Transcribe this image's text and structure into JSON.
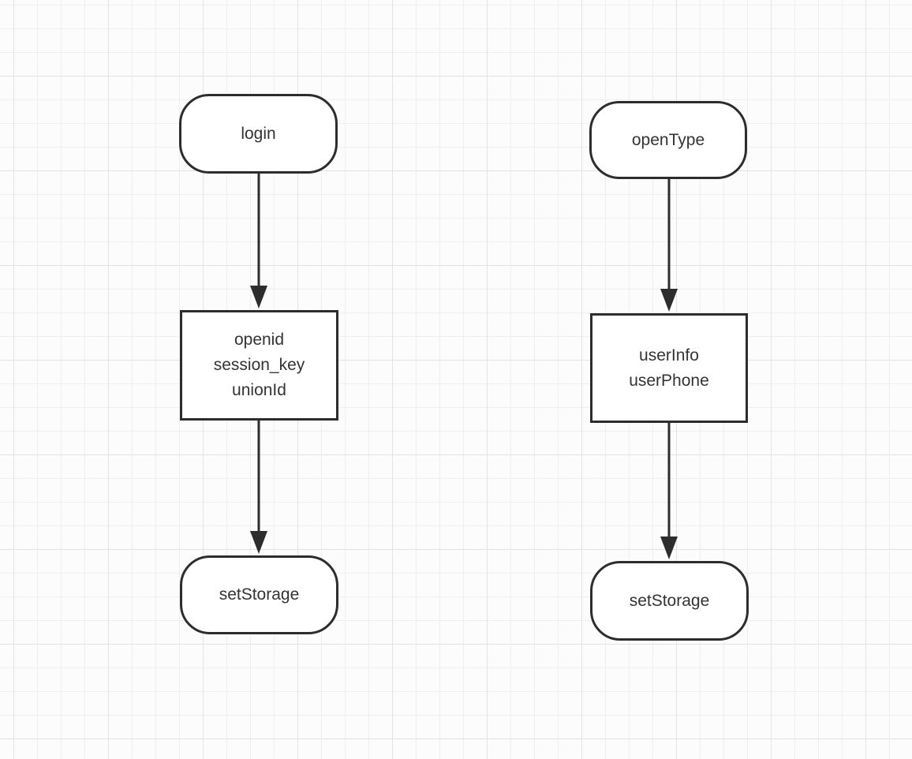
{
  "canvas": {
    "colors": {
      "background": "#fcfcfc",
      "grid_minor": "#efefef",
      "grid_major": "#e3e3e3",
      "node_stroke": "#2d2d2d",
      "node_fill": "#ffffff",
      "text": "#333333",
      "arrow": "#2d2d2d"
    },
    "flows": [
      {
        "id": "login-flow",
        "nodes": [
          {
            "shape": "terminator",
            "label": "login"
          },
          {
            "shape": "process",
            "lines": [
              "openid",
              "session_key",
              "unionId"
            ]
          },
          {
            "shape": "terminator",
            "label": "setStorage"
          }
        ]
      },
      {
        "id": "opentype-flow",
        "nodes": [
          {
            "shape": "terminator",
            "label": "openType"
          },
          {
            "shape": "process",
            "lines": [
              "userInfo",
              "userPhone"
            ]
          },
          {
            "shape": "terminator",
            "label": "setStorage"
          }
        ]
      }
    ]
  }
}
